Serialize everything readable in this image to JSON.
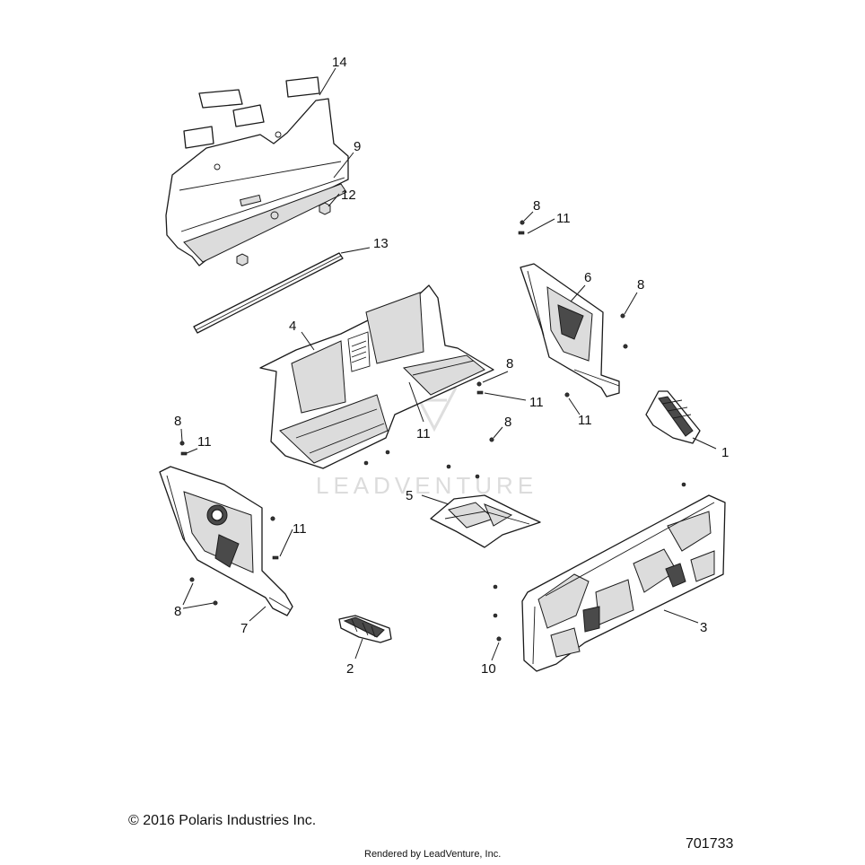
{
  "watermark": "LEADVENTURE",
  "callouts": {
    "c14": "14",
    "c9": "9",
    "c12": "12",
    "c13": "13",
    "c8a": "8",
    "c11a": "11",
    "c6": "6",
    "c8b": "8",
    "c4": "4",
    "c8c": "8",
    "c11b": "11",
    "c11c": "11",
    "c11d": "11",
    "c8d": "8",
    "c8e": "8",
    "c11e": "11",
    "c1": "1",
    "c5": "5",
    "c11f": "11",
    "c8f": "8",
    "c7": "7",
    "c2": "2",
    "c3": "3",
    "c10": "10"
  },
  "footer": {
    "copyright": "© 2016 Polaris Industries Inc.",
    "diagram_number": "701733",
    "rendered_by": "Rendered by LeadVenture, Inc."
  }
}
